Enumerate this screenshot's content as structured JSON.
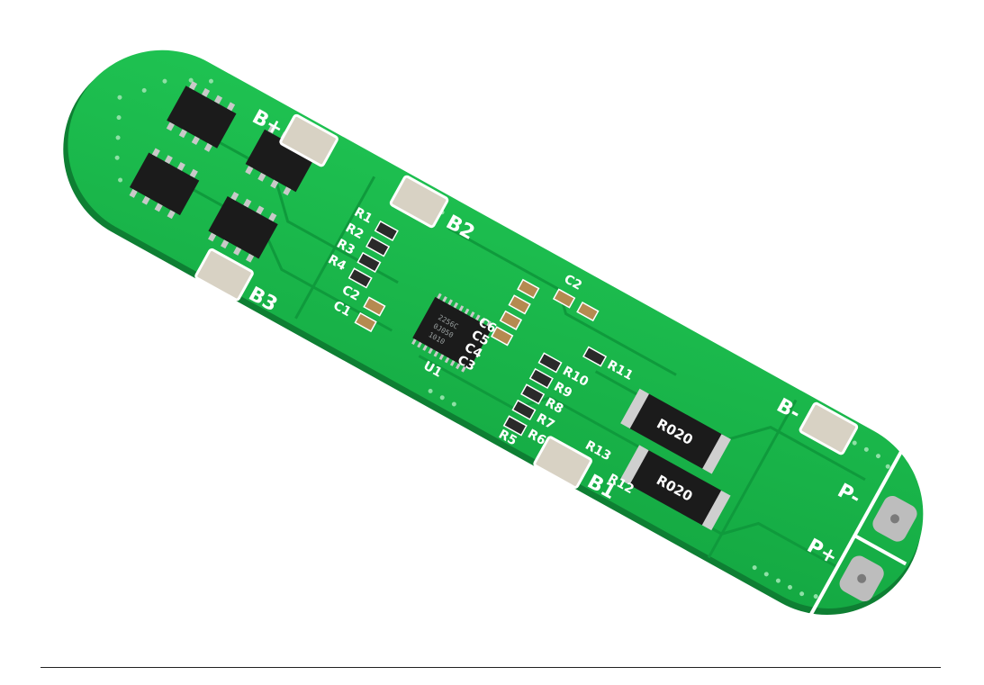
{
  "board": {
    "colors": {
      "pcb": "#18b94a",
      "pcb_dark": "#0e8a36",
      "pad": "#d8d2c4",
      "chip": "#1b1b1b",
      "silkscreen": "#ffffff"
    },
    "pad_labels": {
      "b_plus": "B+",
      "b2": "B2",
      "b3": "B3",
      "b_minus": "B-",
      "b1": "B1",
      "p_minus": "P-",
      "p_plus": "P+"
    },
    "resistor_labels": [
      "R1",
      "R2",
      "R3",
      "R4",
      "R11",
      "R10",
      "R9",
      "R8",
      "R7",
      "R6",
      "R5",
      "R13",
      "R12"
    ],
    "capacitor_labels": [
      "C2",
      "C1",
      "C6",
      "C5",
      "C4",
      "C3",
      "C2"
    ],
    "ic_label": "U1",
    "ic_marking": [
      "2256C",
      "0J050",
      "1010"
    ],
    "shunt_marking": [
      "R020",
      "R020"
    ]
  }
}
